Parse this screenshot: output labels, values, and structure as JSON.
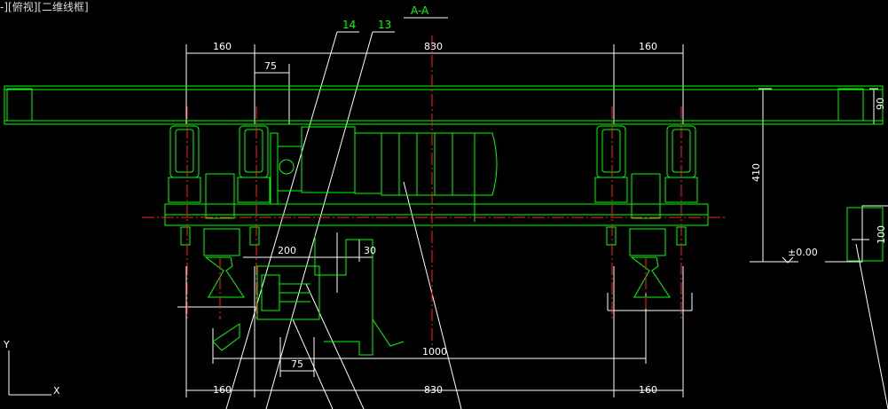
{
  "viewport": {
    "label": "-][俯视][二维线框]"
  },
  "section": {
    "title": "A-A"
  },
  "callouts": {
    "c14": "14",
    "c13": "13"
  },
  "dims": {
    "top_left": "160",
    "top_mid": "830",
    "top_right": "160",
    "top_75": "75",
    "right_90": "90",
    "right_410": "410",
    "level": "±0.00",
    "far_right_100": "100",
    "d200": "200",
    "d30": "30",
    "d1000": "1000",
    "bot_75": "75",
    "bot_left": "160",
    "bot_mid": "830",
    "bot_right": "160"
  },
  "ucs": {
    "y_axis": "Y",
    "x_axis": "X"
  },
  "colors": {
    "green": "#00ff00",
    "white": "#ffffff",
    "red": "#ff2020",
    "bg": "#000000"
  }
}
